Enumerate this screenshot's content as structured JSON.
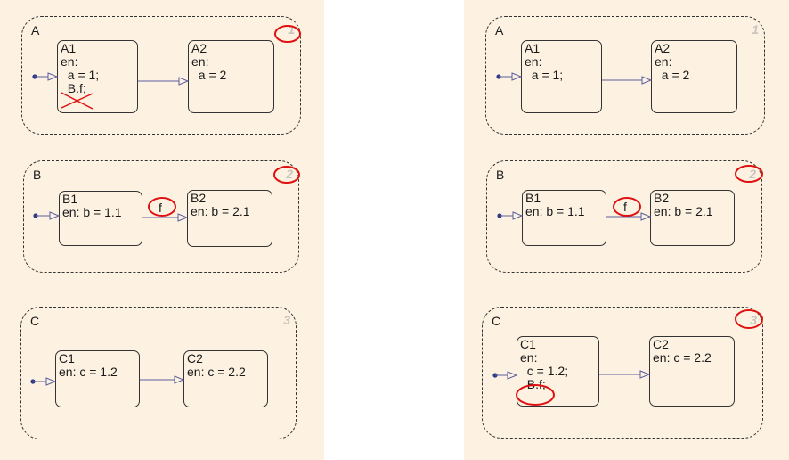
{
  "left": {
    "charts": [
      {
        "label": "A",
        "order": "1",
        "states": [
          {
            "name": "A1",
            "lines": [
              "en:",
              "  a = 1;"
            ],
            "struck": "  B.f;"
          },
          {
            "name": "A2",
            "lines": [
              "en:",
              "  a = 2"
            ]
          }
        ]
      },
      {
        "label": "B",
        "order": "2",
        "states": [
          {
            "name": "B1",
            "lines": [
              "en: b = 1.1"
            ]
          },
          {
            "name": "B2",
            "lines": [
              "en: b = 2.1"
            ]
          }
        ],
        "event": "f"
      },
      {
        "label": "C",
        "order": "3",
        "states": [
          {
            "name": "C1",
            "lines": [
              "en: c = 1.2"
            ]
          },
          {
            "name": "C2",
            "lines": [
              "en: c = 2.2"
            ]
          }
        ]
      }
    ]
  },
  "right": {
    "charts": [
      {
        "label": "A",
        "order": "1",
        "states": [
          {
            "name": "A1",
            "lines": [
              "en:",
              "  a = 1;"
            ]
          },
          {
            "name": "A2",
            "lines": [
              "en:",
              "  a = 2"
            ]
          }
        ]
      },
      {
        "label": "B",
        "order": "2",
        "states": [
          {
            "name": "B1",
            "lines": [
              "en: b = 1.1"
            ]
          },
          {
            "name": "B2",
            "lines": [
              "en: b = 2.1"
            ]
          }
        ],
        "event": "f"
      },
      {
        "label": "C",
        "order": "3",
        "states": [
          {
            "name": "C1",
            "lines": [
              "en:",
              "  c = 1.2;",
              "  B.f;"
            ]
          },
          {
            "name": "C2",
            "lines": [
              "en: c = 2.2"
            ]
          }
        ]
      }
    ]
  },
  "colors": {
    "panel": "#fdf2e2",
    "highlight": "#e01010",
    "transition": "#5a5f9e",
    "order_number": "#c9c4bc"
  }
}
